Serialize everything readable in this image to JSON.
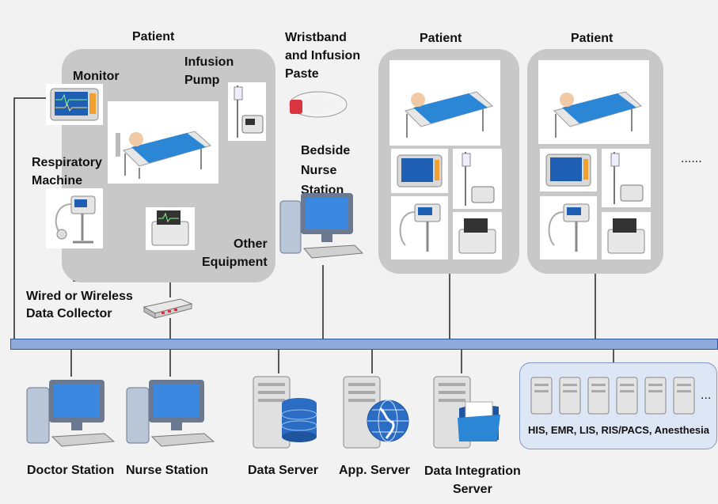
{
  "patients": {
    "main_label": "Patient",
    "second_label": "Patient",
    "third_label": "Patient",
    "more": "......"
  },
  "devices": {
    "monitor": "Monitor",
    "infusion_pump": "Infusion\nPump",
    "wristband": "Wristband\nand Infusion\nPaste",
    "respiratory": "Respiratory\nMachine",
    "other": "Other\nEquipment",
    "bedside": "Bedside\nNurse\nStation",
    "collector": "Wired or Wireless\nData Collector"
  },
  "stations": {
    "doctor": "Doctor Station",
    "nurse": "Nurse Station",
    "data_server": "Data Server",
    "app_server": "App. Server",
    "integration": "Data Integration\nServer",
    "his": "HIS, EMR, LIS, RIS/PACS, Anesthesia",
    "his_more": "..."
  },
  "colors": {
    "bus": "#8eaadb",
    "bus_border": "#2f5597",
    "group_fill": "#c8c8c8",
    "his_fill": "#dde6f5",
    "bed_blue": "#2b86d6",
    "screen_blue": "#1e5fb3"
  }
}
